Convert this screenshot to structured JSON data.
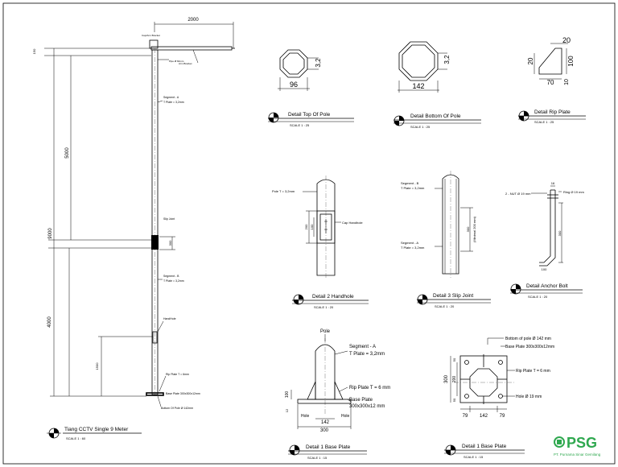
{
  "pole_elevation": {
    "dim_top_width": "2000",
    "dim_total": "9000",
    "dim_upper": "5000",
    "dim_lower": "4000",
    "dim_small_top": "150",
    "dim_mid": "300",
    "dim_base_h": "1500",
    "labels": {
      "cap": "Cap/Arm Bracket",
      "top_pipe": "Pipe Ø 60mm",
      "arm": "Arm Bracket",
      "seg_a_top": "Segment - A",
      "seg_a_plate": "T Plate = 3,2mm",
      "slip": "Slip Joint",
      "seg_b": "Segment - B",
      "seg_b_plate": "T Plate = 3,2mm",
      "handhole": "HandHole",
      "rip": "Rip Plate T = 6mm",
      "base": "Base Plate 300x300x12mm",
      "bottom": "Bottom Of Pole Ø 142mm"
    }
  },
  "titles": {
    "tiang": {
      "name": "Tiang CCTV Single 9 Meter",
      "scale": "SCALE 1 : 60"
    },
    "top_of_pole": {
      "name": "Detail Top Of Pole",
      "scale": "SCALE 1 : 25"
    },
    "bottom_of_pole": {
      "name": "Detail Bottom Of Pole",
      "scale": "SCALE 1 : 25"
    },
    "rip_plate": {
      "name": "Detail Rip Plate",
      "scale": "SCALE 1 : 25"
    },
    "handhole": {
      "name": "Detail 2 Handhole",
      "scale": "SCALE 1 : 20"
    },
    "slip_joint": {
      "name": "Detail 3 Slip Joint",
      "scale": "SCALE 1 : 20"
    },
    "anchor_bolt": {
      "name": "Detail Anchor Bolt",
      "scale": "SCALE 1 : 20"
    },
    "base_plate_a": {
      "name": "Detail 1 Base Plate",
      "scale": "SCALE 1 : 15"
    },
    "base_plate_b": {
      "name": "Detail 1 Base Plate",
      "scale": "SCALE 1 : 15"
    }
  },
  "top_of_pole": {
    "dim_w": "96",
    "dim_t": "3,2"
  },
  "bottom_of_pole": {
    "dim_w": "142",
    "dim_t": "3,2"
  },
  "rip_plate": {
    "d_top": "20",
    "d_left": "20",
    "d_right": "100",
    "d_bottom": "70",
    "d_foot": "10"
  },
  "handhole": {
    "pole_t": "Pole T = 3,2mm",
    "cap": "Cap Handhole",
    "d1": "200",
    "d2": "100"
  },
  "slip_joint": {
    "seg_b": "Segment - B",
    "seg_b_t": "T Plate = 3,2mm",
    "seg_a": "Segment - A",
    "seg_a_t": "T Plate = 3,2mm",
    "dim": "300",
    "dim_note": "(Minimal 200 mm)"
  },
  "anchor_bolt": {
    "bolt": "2 - NUT Ø 19 mm",
    "ring": "Ring Ø 19 mm",
    "d_top": "16",
    "d_len": "300",
    "d_foot": "100"
  },
  "base_plate_a": {
    "pole": "Pole",
    "seg": "Segment - A",
    "seg_t": "T Plate = 3,2mm",
    "rip": "Rip Plate T = 6 mm",
    "base": "Base Plate",
    "base_dim": "300x300x12 mm",
    "hole_l": "Hole",
    "hole_r": "Hole",
    "d_inner": "142",
    "d_outer": "300",
    "d_h": "100",
    "d_t": "12"
  },
  "base_plate_b": {
    "bottom": "Bottom of pole Ø 142 mm",
    "base": "Base Plate 300x300x12mm",
    "rip": "Rip Plate T = 6 mm",
    "hole": "Hole Ø 19 mm",
    "d_left": "79",
    "d_mid": "142",
    "d_right": "79",
    "d_h": "300",
    "d_h2": "200",
    "d_top": "50",
    "d_bot": "50"
  },
  "logo": {
    "mark": "PSG",
    "company": "PT. Purnama Sinar Gemilang",
    "color": "#2fa84f"
  }
}
